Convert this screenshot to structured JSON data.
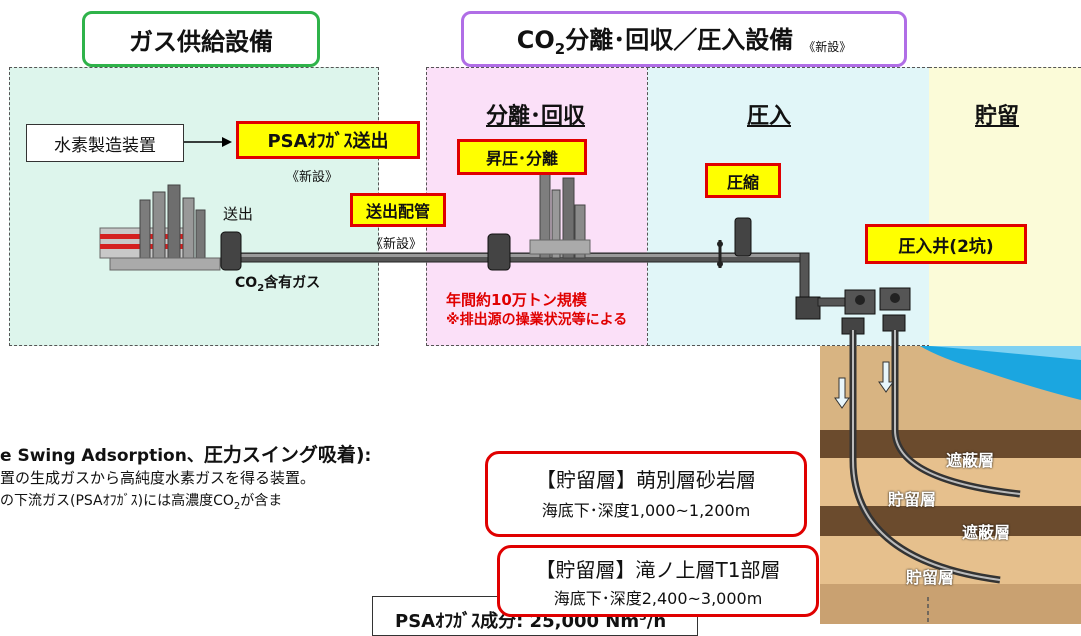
{
  "headers": {
    "gas_supply": "ガス供給設備",
    "co2_facility_main": "CO",
    "co2_facility_sub": "2",
    "co2_facility_rest": "分離･回収／圧入設備",
    "co2_facility_new": "《新設》"
  },
  "sections": {
    "separation": "分離･回収",
    "injection": "圧入",
    "storage": "貯留"
  },
  "labels": {
    "hydrogen_plant": "水素製造装置",
    "psa_offgas_out": "PSAｵﾌｶﾞｽ送出",
    "new1": "《新設》",
    "send_out": "送出",
    "send_pipe": "送出配管",
    "new2": "《新設》",
    "co2_gas_a": "CO",
    "co2_gas_sub": "2",
    "co2_gas_b": "含有ガス",
    "pressurize_separate": "昇圧･分離",
    "compression": "圧縮",
    "injection_well": "圧入井(2坑)",
    "scale_line1": "年間約10万トン規模",
    "scale_line2": "※排出源の操業状況等による"
  },
  "psa_note": {
    "title_a": "e Swing Adsorption、",
    "title_b": "圧力スイング吸着)",
    "title_c": ":",
    "line1": "置の生成ガスから高純度水素ガスを得る装置。",
    "line2a": "の下流ガス(PSAｵﾌｶﾞｽ)には高濃度CO",
    "line2sub": "2",
    "line2b": "が含ま"
  },
  "reservoirs": [
    {
      "title": "【貯留層】萌別層砂岩層",
      "depth": "海底下･深度1,000~1,200m"
    },
    {
      "title": "【貯留層】滝ノ上層T1部層",
      "depth": "海底下･深度2,400~3,000m"
    }
  ],
  "geology": {
    "seal1": "遮蔽層",
    "res1": "貯留層",
    "seal2": "遮蔽層",
    "res2": "貯留層"
  },
  "psa_component": {
    "a": "PSAｵﾌｶﾞｽ成分: 25,000 Nm",
    "sup": "3",
    "b": "/h"
  },
  "colors": {
    "gas_zone": "#ddf5ec",
    "sep_zone": "#fbe0f8",
    "inj_zone": "#e1f6f8",
    "storage_zone": "#fbfbd8",
    "label_fill": "#ffff00",
    "label_border": "#e00000",
    "gas_header_border": "#2fb34a",
    "co2_header_border": "#b06ee6"
  }
}
